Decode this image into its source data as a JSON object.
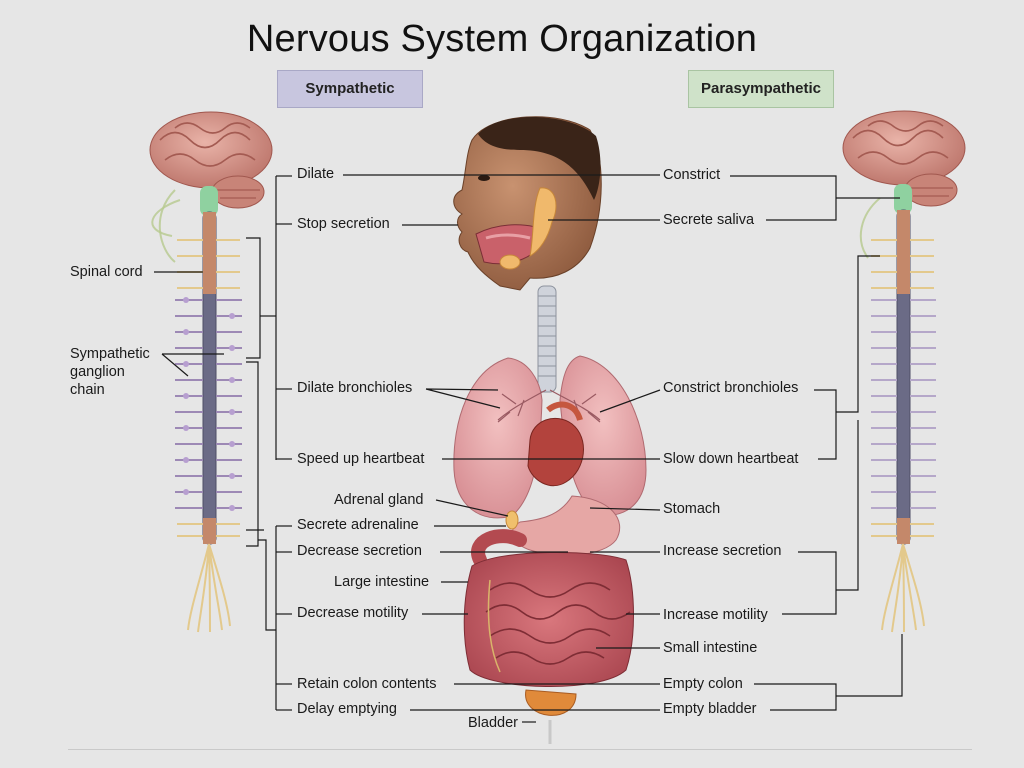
{
  "title": "Nervous System Organization",
  "header": {
    "sympathetic": "Sympathetic",
    "parasympathetic": "Parasympathetic"
  },
  "left_labels": {
    "spinal_cord": "Spinal cord",
    "ganglion_chain": [
      "Sympathetic",
      "ganglion",
      "chain"
    ]
  },
  "sympathetic_effects": {
    "dilate": "Dilate",
    "stop_secretion": "Stop secretion",
    "dilate_bronchioles": "Dilate bronchioles",
    "speed_heartbeat": "Speed up heartbeat",
    "secrete_adrenaline": "Secrete adrenaline",
    "decrease_secretion": "Decrease secretion",
    "decrease_motility": "Decrease motility",
    "retain_colon": "Retain colon contents",
    "delay_emptying": "Delay emptying"
  },
  "organs": {
    "adrenal_gland": "Adrenal gland",
    "large_intestine": "Large intestine",
    "bladder": "Bladder",
    "stomach": "Stomach",
    "small_intestine": "Small intestine"
  },
  "parasympathetic_effects": {
    "constrict": "Constrict",
    "secrete_saliva": "Secrete saliva",
    "constrict_bronchioles": "Constrict bronchioles",
    "slow_heartbeat": "Slow down heartbeat",
    "increase_secretion": "Increase secretion",
    "increase_motility": "Increase motility",
    "empty_colon": "Empty colon",
    "empty_bladder": "Empty bladder"
  },
  "colors": {
    "background": "#e6e6e6",
    "sympathetic_band": "#c8c6df",
    "parasympathetic_band": "#cfe2c9",
    "brain": "#d79a90",
    "spinal_cord": "#6b6b86",
    "sympathetic_nerve": "#9d89b5",
    "parasympathetic_nerve": "#e3c98c",
    "organ_tissue": "#c9616a",
    "lung": "#e4a3a6",
    "skin": "#b07a58",
    "leader_line": "#1a1a1a"
  }
}
